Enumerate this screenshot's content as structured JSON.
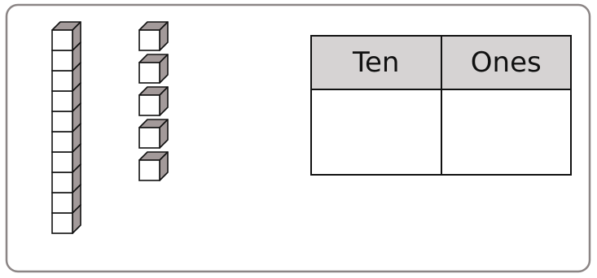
{
  "frame": {
    "border_color": "#8b8585",
    "fill": "#ffffff"
  },
  "blocks": {
    "tens_rods": 1,
    "units_per_rod": 10,
    "ones": 5,
    "cube_front_color": "#ffffff",
    "cube_side_color": "#a39a9a",
    "cube_top_color": "#a39a9a",
    "outline_color": "#111111"
  },
  "table": {
    "headers": [
      "Ten",
      "Ones"
    ],
    "header_fill": "#d6d3d3",
    "rows": [
      [
        "",
        ""
      ]
    ]
  }
}
